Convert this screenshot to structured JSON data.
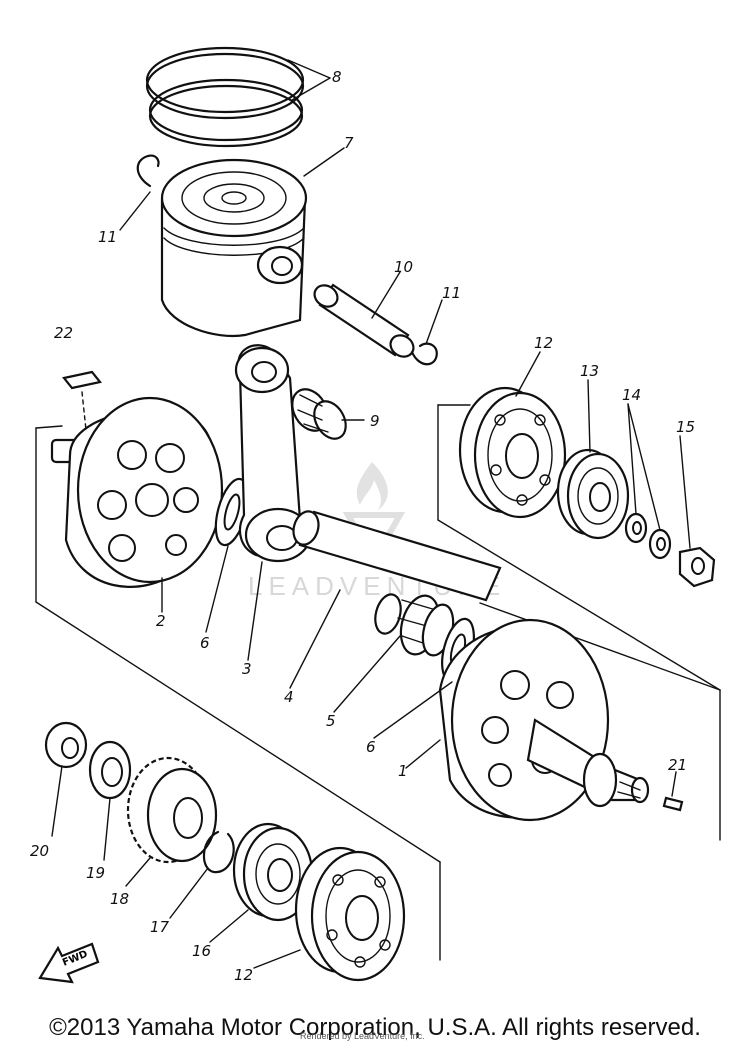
{
  "watermark": {
    "brand": "LEADVENTURE"
  },
  "footer": {
    "copyright": "©2013 Yamaha Motor Corporation, U.S.A. All rights reserved.",
    "credit": "Rendered by LeadVenture, Inc."
  },
  "front_arrow_label": "FWD",
  "callouts": [
    {
      "id": "c8",
      "text": "8"
    },
    {
      "id": "c7",
      "text": "7"
    },
    {
      "id": "c11a",
      "text": "11"
    },
    {
      "id": "c10",
      "text": "10"
    },
    {
      "id": "c11b",
      "text": "11"
    },
    {
      "id": "c22",
      "text": "22"
    },
    {
      "id": "c9",
      "text": "9"
    },
    {
      "id": "c12a",
      "text": "12"
    },
    {
      "id": "c13",
      "text": "13"
    },
    {
      "id": "c14",
      "text": "14"
    },
    {
      "id": "c15",
      "text": "15"
    },
    {
      "id": "c2",
      "text": "2"
    },
    {
      "id": "c6a",
      "text": "6"
    },
    {
      "id": "c3",
      "text": "3"
    },
    {
      "id": "c4",
      "text": "4"
    },
    {
      "id": "c5",
      "text": "5"
    },
    {
      "id": "c6b",
      "text": "6"
    },
    {
      "id": "c1",
      "text": "1"
    },
    {
      "id": "c21",
      "text": "21"
    },
    {
      "id": "c20",
      "text": "20"
    },
    {
      "id": "c19",
      "text": "19"
    },
    {
      "id": "c18",
      "text": "18"
    },
    {
      "id": "c17",
      "text": "17"
    },
    {
      "id": "c16",
      "text": "16"
    },
    {
      "id": "c12b",
      "text": "12"
    }
  ]
}
